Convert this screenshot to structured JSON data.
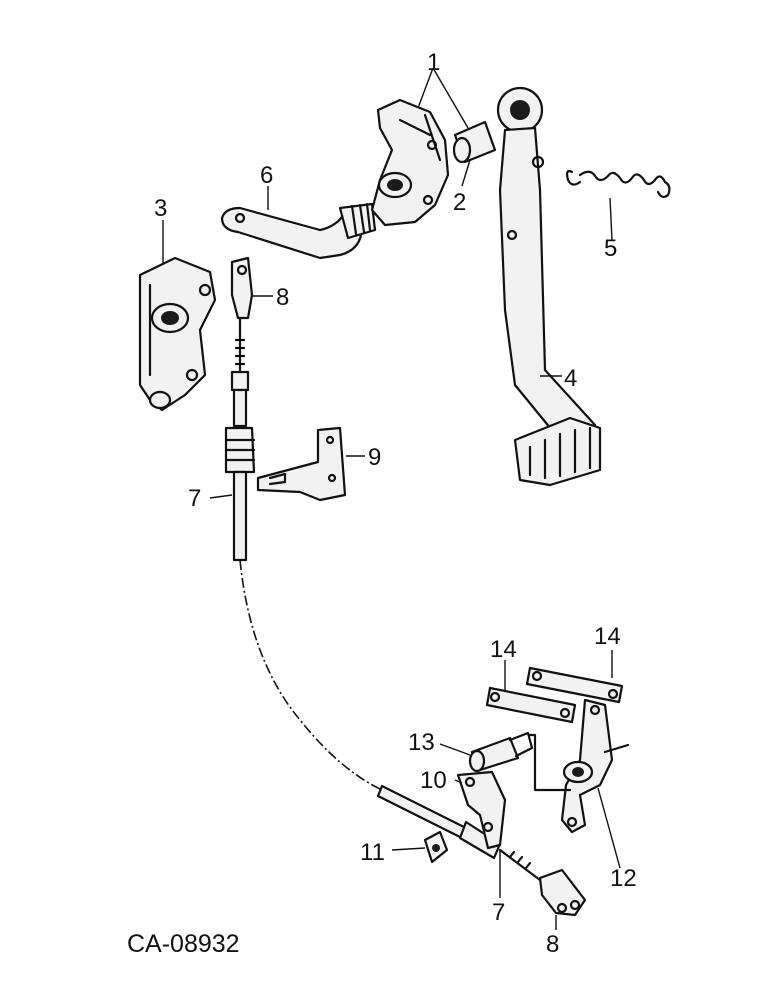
{
  "diagram": {
    "catalog_number": "CA-08932",
    "callouts": {
      "c1": "1",
      "c2": "2",
      "c3": "3",
      "c4": "4",
      "c5": "5",
      "c6": "6",
      "c7_top": "7",
      "c8_top": "8",
      "c9": "9",
      "c14_left": "14",
      "c14_right": "14",
      "c13": "13",
      "c10": "10",
      "c11": "11",
      "c12": "12",
      "c7_bottom": "7",
      "c8_bottom": "8"
    }
  }
}
